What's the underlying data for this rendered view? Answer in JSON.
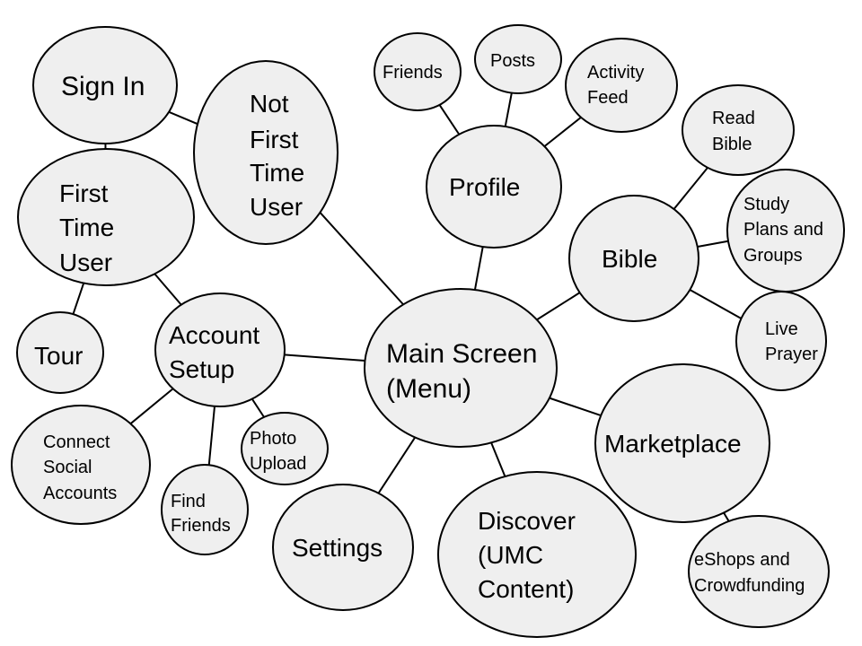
{
  "nodes": {
    "sign_in": {
      "lines": [
        "Sign In"
      ]
    },
    "not_first_time_user": {
      "lines": [
        "Not",
        "First",
        "Time",
        "User"
      ]
    },
    "first_time_user": {
      "lines": [
        "First",
        "Time",
        "User"
      ]
    },
    "tour": {
      "lines": [
        "Tour"
      ]
    },
    "account_setup": {
      "lines": [
        "Account",
        "Setup"
      ]
    },
    "connect_social_accounts": {
      "lines": [
        "Connect",
        "Social",
        "Accounts"
      ]
    },
    "find_friends": {
      "lines": [
        "Find",
        "Friends"
      ]
    },
    "photo_upload": {
      "lines": [
        "Photo",
        "Upload"
      ]
    },
    "main_screen": {
      "lines": [
        "Main Screen",
        "(Menu)"
      ]
    },
    "settings": {
      "lines": [
        "Settings"
      ]
    },
    "discover": {
      "lines": [
        "Discover",
        "(UMC",
        "Content)"
      ]
    },
    "marketplace": {
      "lines": [
        "Marketplace"
      ]
    },
    "eshops": {
      "lines": [
        "eShops and",
        "Crowdfunding"
      ]
    },
    "profile": {
      "lines": [
        "Profile"
      ]
    },
    "friends": {
      "lines": [
        "Friends"
      ]
    },
    "posts": {
      "lines": [
        "Posts"
      ]
    },
    "activity_feed": {
      "lines": [
        "Activity",
        "Feed"
      ]
    },
    "bible": {
      "lines": [
        "Bible"
      ]
    },
    "read_bible": {
      "lines": [
        "Read",
        "Bible"
      ]
    },
    "study_plans": {
      "lines": [
        "Study",
        "Plans and",
        "Groups"
      ]
    },
    "live_prayer": {
      "lines": [
        "Live",
        "Prayer"
      ]
    }
  },
  "edges": [
    [
      "sign_in",
      "not_first_time_user"
    ],
    [
      "sign_in",
      "first_time_user"
    ],
    [
      "first_time_user",
      "tour"
    ],
    [
      "first_time_user",
      "account_setup"
    ],
    [
      "not_first_time_user",
      "main_screen"
    ],
    [
      "account_setup",
      "main_screen"
    ],
    [
      "account_setup",
      "connect_social_accounts"
    ],
    [
      "account_setup",
      "find_friends"
    ],
    [
      "account_setup",
      "photo_upload"
    ],
    [
      "main_screen",
      "settings"
    ],
    [
      "main_screen",
      "discover"
    ],
    [
      "main_screen",
      "marketplace"
    ],
    [
      "marketplace",
      "eshops"
    ],
    [
      "main_screen",
      "profile"
    ],
    [
      "main_screen",
      "bible"
    ],
    [
      "profile",
      "friends"
    ],
    [
      "profile",
      "posts"
    ],
    [
      "profile",
      "activity_feed"
    ],
    [
      "bible",
      "read_bible"
    ],
    [
      "bible",
      "study_plans"
    ],
    [
      "bible",
      "live_prayer"
    ]
  ],
  "colors": {
    "node_fill": "#efefef",
    "stroke": "#000000"
  }
}
